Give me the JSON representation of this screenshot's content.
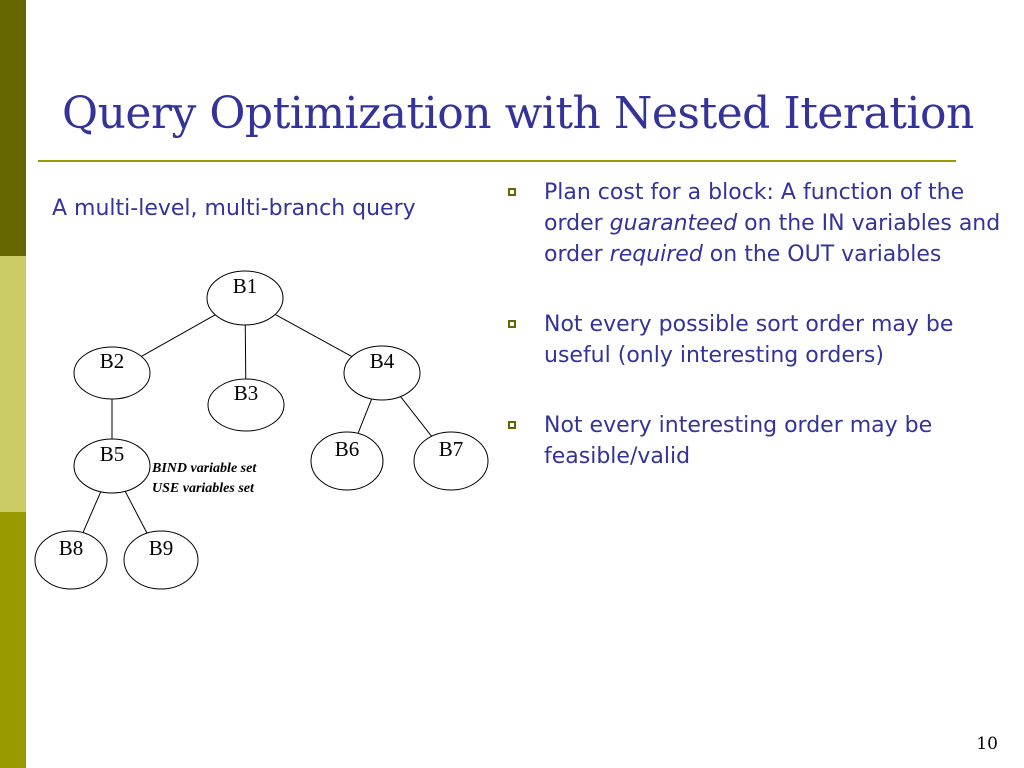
{
  "slide": {
    "title": "Query Optimization with Nested Iteration",
    "left_caption": "A multi-level, multi-branch query",
    "page_number": "10"
  },
  "bullets": [
    {
      "parts": [
        {
          "text": "Plan cost for a block: A function of the order ",
          "italic": false
        },
        {
          "text": "guaranteed",
          "italic": true
        },
        {
          "text": " on the IN variables and order ",
          "italic": false
        },
        {
          "text": "required",
          "italic": true
        },
        {
          "text": " on the OUT variables",
          "italic": false
        }
      ]
    },
    {
      "parts": [
        {
          "text": "Not every possible sort order may be useful (only interesting orders)",
          "italic": false
        }
      ]
    },
    {
      "parts": [
        {
          "text": "Not every interesting order may be feasible/valid",
          "italic": false
        }
      ]
    }
  ],
  "tree": {
    "nodes": [
      {
        "id": "B1",
        "label": "B1"
      },
      {
        "id": "B2",
        "label": "B2"
      },
      {
        "id": "B3",
        "label": "B3"
      },
      {
        "id": "B4",
        "label": "B4"
      },
      {
        "id": "B5",
        "label": "B5"
      },
      {
        "id": "B6",
        "label": "B6"
      },
      {
        "id": "B7",
        "label": "B7"
      },
      {
        "id": "B8",
        "label": "B8"
      },
      {
        "id": "B9",
        "label": "B9"
      }
    ],
    "edges": [
      {
        "from": "B1",
        "to": "B2"
      },
      {
        "from": "B1",
        "to": "B3"
      },
      {
        "from": "B1",
        "to": "B4"
      },
      {
        "from": "B2",
        "to": "B5"
      },
      {
        "from": "B4",
        "to": "B6"
      },
      {
        "from": "B4",
        "to": "B7"
      },
      {
        "from": "B5",
        "to": "B8"
      },
      {
        "from": "B5",
        "to": "B9"
      }
    ],
    "annotation": [
      "BIND variable set",
      "USE variables set"
    ]
  }
}
